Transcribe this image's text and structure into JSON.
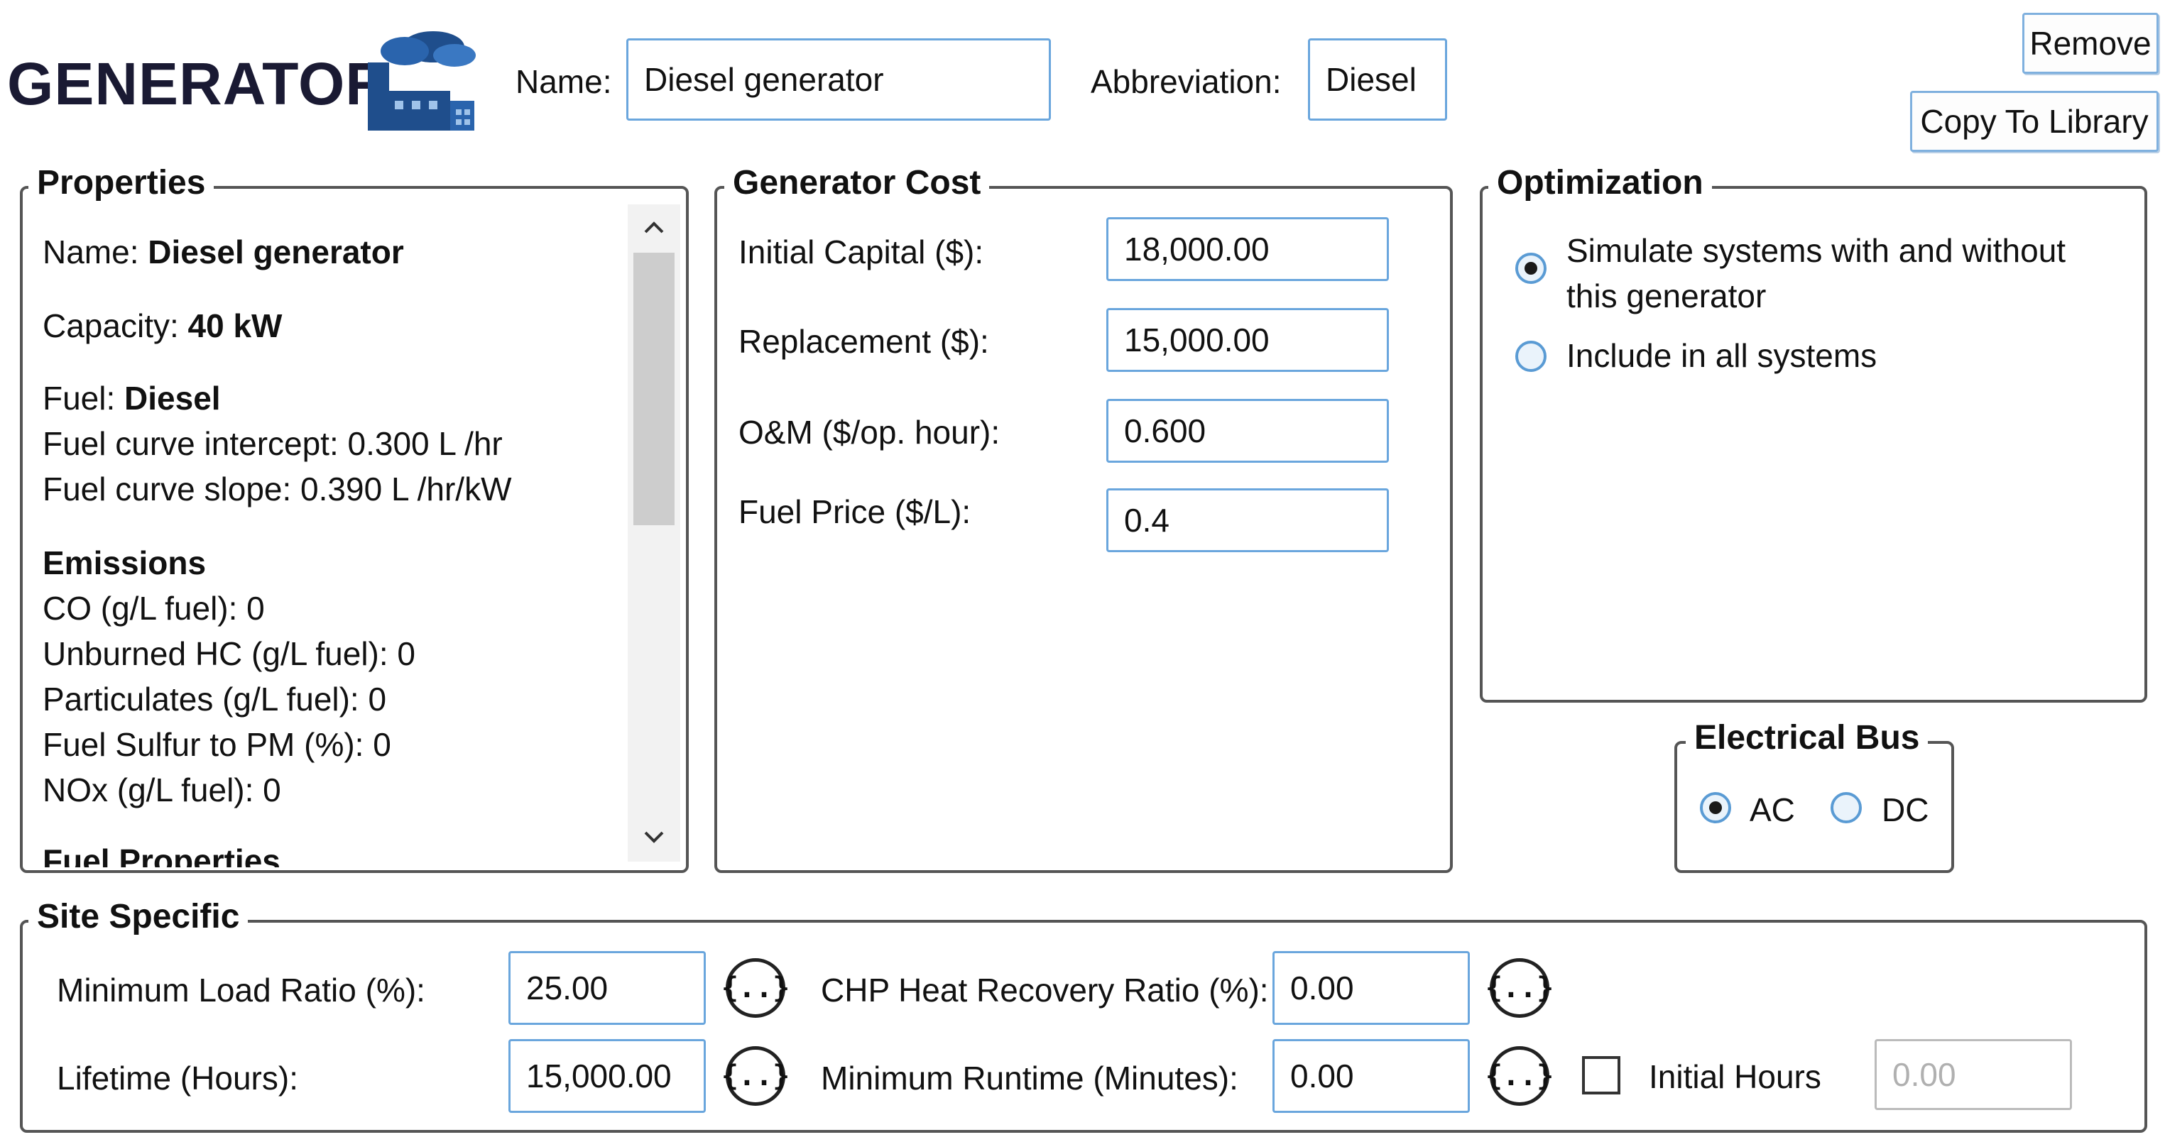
{
  "header": {
    "title": "GENERATOR",
    "name_label": "Name:",
    "name_value": "Diesel generator",
    "abbrev_label": "Abbreviation:",
    "abbrev_value": "Diesel",
    "remove_label": "Remove",
    "copy_label": "Copy To Library",
    "icon": "generator-plant-icon"
  },
  "properties": {
    "legend": "Properties",
    "name_label": "Name:",
    "name_value": "Diesel generator",
    "capacity_label": "Capacity:",
    "capacity_value": "40 kW",
    "fuel_label": "Fuel:",
    "fuel_value": "Diesel",
    "intercept": "Fuel curve intercept:  0.300 L /hr",
    "slope": "Fuel curve slope:  0.390 L /hr/kW",
    "emissions_heading": "Emissions",
    "emissions": [
      "CO (g/L fuel): 0",
      "Unburned HC (g/L fuel): 0",
      "Particulates (g/L fuel): 0",
      "Fuel Sulfur to PM (%):  0",
      "NOx (g/L fuel): 0"
    ],
    "next_heading_partial": "Fuel Properties"
  },
  "cost": {
    "legend": "Generator Cost",
    "rows": [
      {
        "label": "Initial Capital ($):",
        "value": "18,000.00"
      },
      {
        "label": "Replacement ($):",
        "value": "15,000.00"
      },
      {
        "label": "O&M ($/op. hour):",
        "value": "0.600"
      },
      {
        "label": "Fuel Price ($/L):",
        "value": "0.4"
      }
    ]
  },
  "optimization": {
    "legend": "Optimization",
    "option1_line1": "Simulate systems with and without",
    "option1_line2": "this generator",
    "option2": "Include in all systems",
    "selected": "option1"
  },
  "bus": {
    "legend": "Electrical Bus",
    "ac": "AC",
    "dc": "DC",
    "selected": "AC"
  },
  "site": {
    "legend": "Site Specific",
    "min_load_label": "Minimum Load Ratio (%):",
    "min_load_value": "25.00",
    "lifetime_label": "Lifetime (Hours):",
    "lifetime_value": "15,000.00",
    "chp_label": "CHP Heat Recovery Ratio (%):",
    "chp_value": "0.00",
    "runtime_label": "Minimum Runtime (Minutes):",
    "runtime_value": "0.00",
    "initial_hours_label": "Initial Hours",
    "initial_hours_value": "0.00",
    "sensitivity_glyph": "{..}",
    "initial_hours_checked": false
  },
  "colors": {
    "input_border": "#6aa6dd",
    "group_border": "#555555",
    "icon_blue": "#1f4e8c"
  }
}
